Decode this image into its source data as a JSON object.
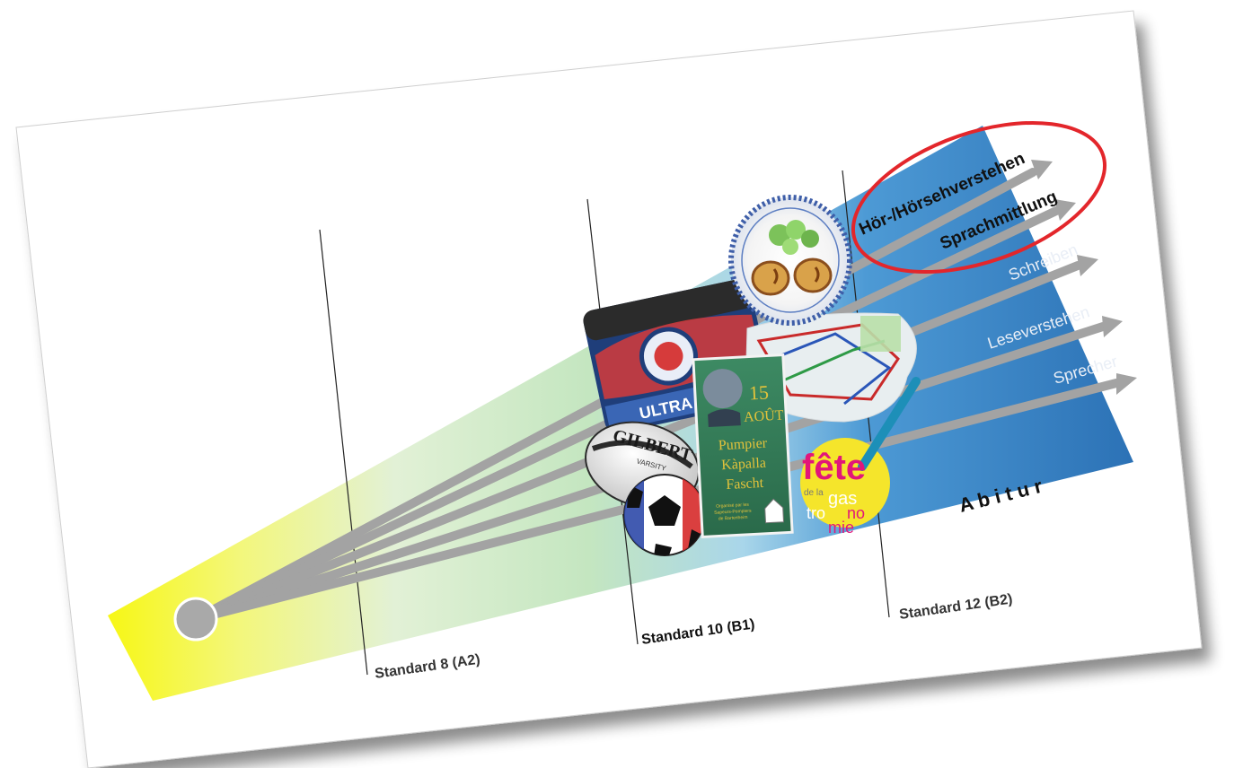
{
  "skills": {
    "hoeren": "Hör-/Hörsehverstehen",
    "sprachmittlung": "Sprachmittlung",
    "schreiben": "Schreiben",
    "lesen": "Leseverstehen",
    "sprechen": "Sprecher"
  },
  "standards": {
    "a2": "Standard 8 (A2)",
    "b1": "Standard 10 (B1)",
    "b2": "Standard 12 (B2)"
  },
  "abitur": "A b i t u r",
  "images": {
    "poster": {
      "number": "15",
      "month": "AOÛT",
      "line1": "Pumpier",
      "line2": "Kàpalla",
      "line3": "Fascht",
      "small1": "Organisé par les",
      "small2": "Sapeurs-Pompiers",
      "small3": "de Bartenheim"
    },
    "gastro": {
      "fete": "fête",
      "dela": "de la",
      "gas": "gas",
      "tro": "tro",
      "no": "no",
      "mie": "mie"
    },
    "rugby_ball": "GILBERT",
    "ball_small": "VARSITY",
    "banner": "ULTRA"
  },
  "colors": {
    "yellow": "#f5f522",
    "green": "#cfe9c3",
    "blue": "#2d6fae",
    "highlight": "#e3262b",
    "ray": "#a7a7a7"
  }
}
